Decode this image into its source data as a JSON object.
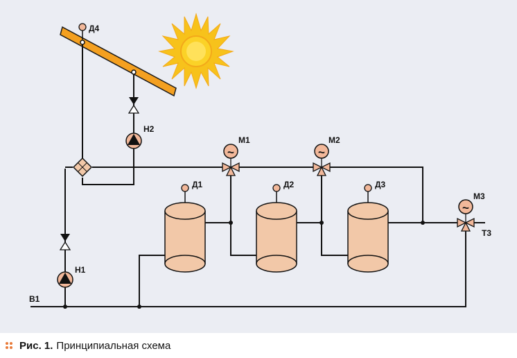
{
  "labels": {
    "d1": "Д1",
    "d2": "Д2",
    "d3": "Д3",
    "d4": "Д4",
    "m1": "М1",
    "m2": "М2",
    "m3": "М3",
    "h1": "Н1",
    "h2": "Н2",
    "b1": "В1",
    "t3": "Т3"
  },
  "caption": {
    "prefix": "Рис. 1.",
    "text": "Принципиальная схема"
  },
  "icons": {
    "valve_symbol": "~",
    "caption_bullet": "dots-grid-icon"
  },
  "colors": {
    "background": "#ebedf3",
    "pipe": "#111111",
    "collector": "#f4a020",
    "tank": "#f2c8a8",
    "sensor": "#f2b89a",
    "sun": "#f7c21b",
    "caption_dots": "#e87b3a"
  }
}
